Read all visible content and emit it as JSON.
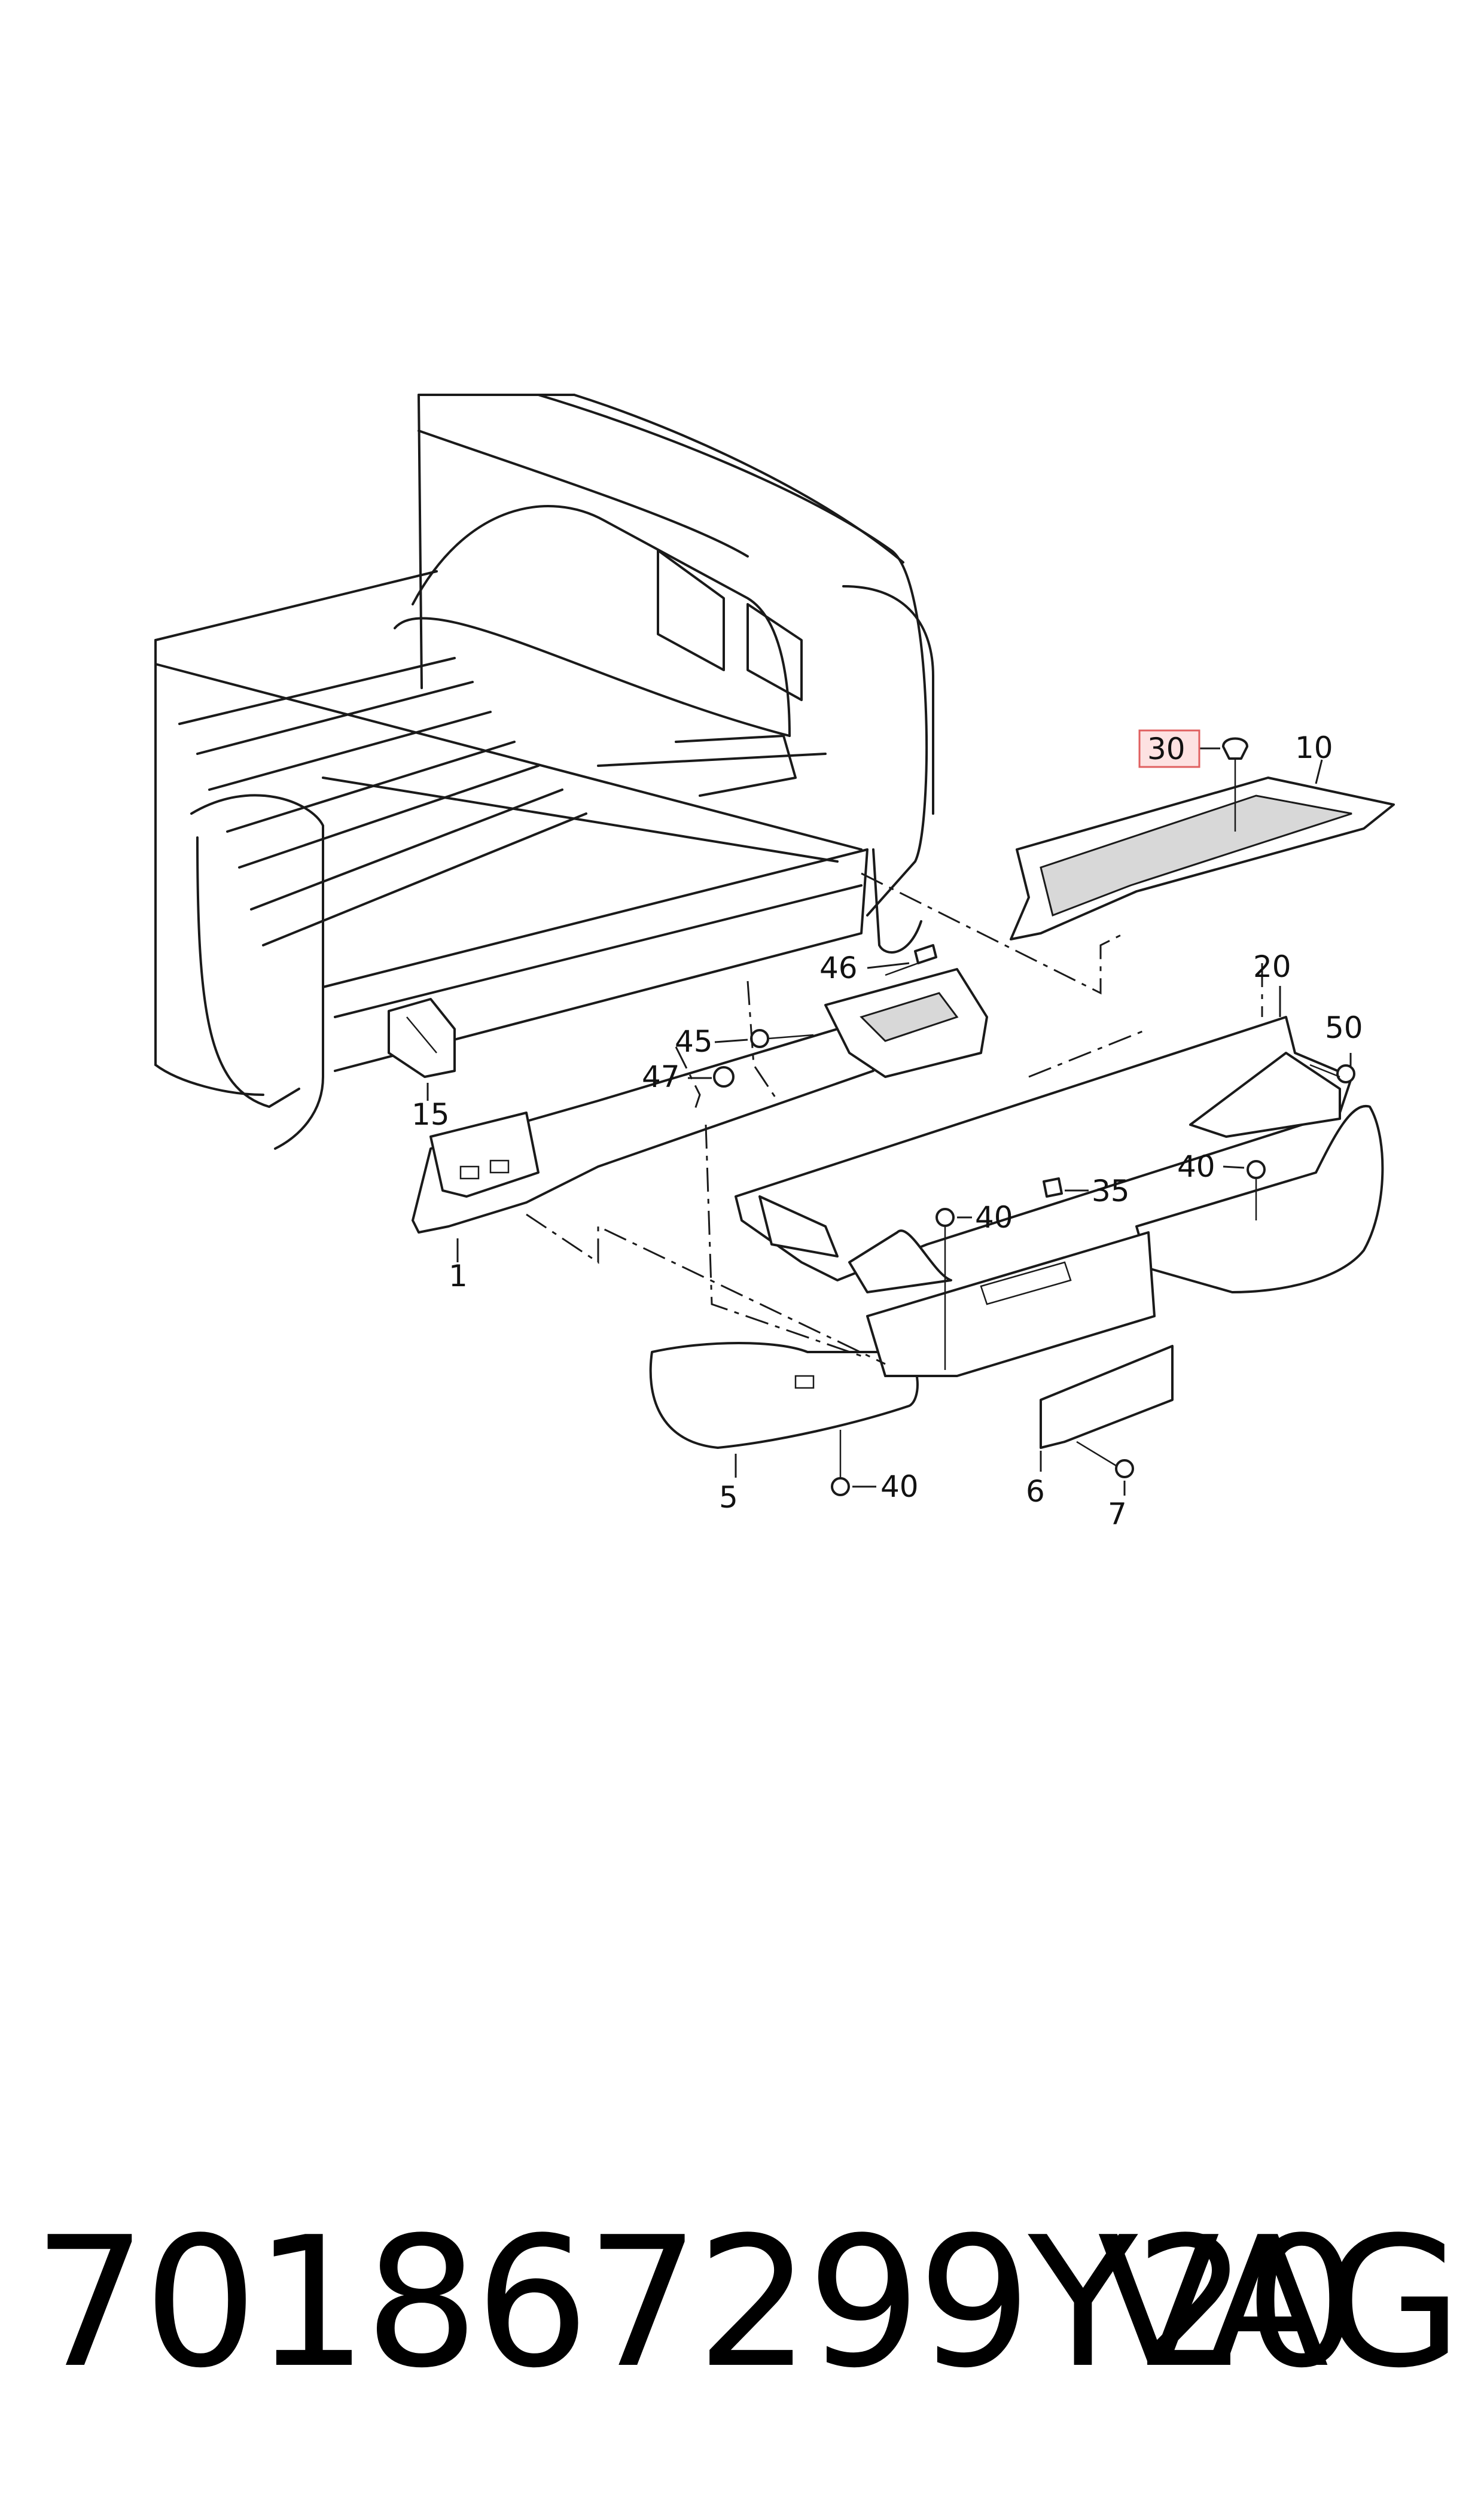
{
  "callouts": [
    {
      "id": "30",
      "label": "30",
      "highlighted": true
    },
    {
      "id": "10",
      "label": "10"
    },
    {
      "id": "46",
      "label": "46"
    },
    {
      "id": "20",
      "label": "20"
    },
    {
      "id": "50",
      "label": "50"
    },
    {
      "id": "45",
      "label": "45"
    },
    {
      "id": "47",
      "label": "47"
    },
    {
      "id": "15",
      "label": "15"
    },
    {
      "id": "40a",
      "label": "40"
    },
    {
      "id": "35",
      "label": "35"
    },
    {
      "id": "40b",
      "label": "40"
    },
    {
      "id": "1",
      "label": "1"
    },
    {
      "id": "40c",
      "label": "40"
    },
    {
      "id": "5",
      "label": "5"
    },
    {
      "id": "6",
      "label": "6"
    },
    {
      "id": "7",
      "label": "7"
    }
  ],
  "footer": {
    "part_number": "701867299Y20",
    "brand": "VAG"
  },
  "colors": {
    "line": "#1a1a1a",
    "highlight_fill": "#fde2e2",
    "highlight_stroke": "#e06060"
  }
}
